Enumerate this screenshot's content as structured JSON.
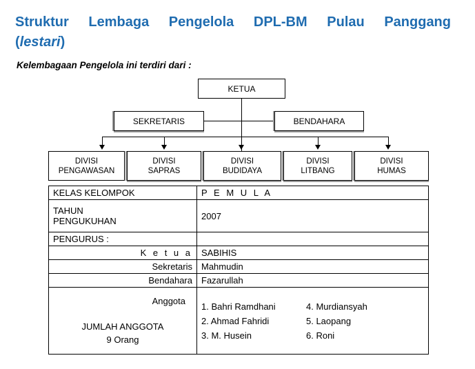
{
  "heading": {
    "title_part1": "Struktur Lembaga Pengelola DPL-BM Pulau Panggang",
    "title_part2_open": "(",
    "title_part2_italic": "lestari",
    "title_part2_close": ")",
    "subtitle": "Kelembagaan Pengelola ini terdiri dari :",
    "title_color": "#1f6cb0"
  },
  "orgchart": {
    "ketua": "KETUA",
    "sekretaris": "SEKRETARIS",
    "bendahara": "BENDAHARA",
    "divisions": [
      {
        "line1": "DIVISI",
        "line2": "PENGAWASAN"
      },
      {
        "line1": "DIVISI",
        "line2": "SAPRAS"
      },
      {
        "line1": "DIVISI",
        "line2": "BUDIDAYA"
      },
      {
        "line1": "DIVISI",
        "line2": "LITBANG"
      },
      {
        "line1": "DIVISI",
        "line2": "HUMAS"
      }
    ]
  },
  "table": {
    "kelas_kelompok_label": "KELAS KELOMPOK",
    "kelas_kelompok_value": "P E M U L A",
    "tahun_pengukuhan_label_line1": "TAHUN",
    "tahun_pengukuhan_label_line2": "PENGUKUHAN",
    "tahun_pengukuhan_value": "2007",
    "pengurus_label": "PENGURUS   :",
    "pengurus_value": "",
    "ketua_label": "K e t u a",
    "ketua_value": "SABIHIS",
    "sekretaris_label": "Sekretaris",
    "sekretaris_value": "Mahmudin",
    "bendahara_label": "Bendahara",
    "bendahara_value": "Fazarullah",
    "anggota_label": "Anggota",
    "jumlah_anggota_label": "JUMLAH ANGGOTA",
    "jumlah_anggota_value": "9  Orang",
    "members": [
      "1. Bahri Ramdhani",
      "4. Murdiansyah",
      "2. Ahmad Fahridi",
      "5. Laopang",
      "3. M. Husein",
      "6. Roni"
    ]
  }
}
